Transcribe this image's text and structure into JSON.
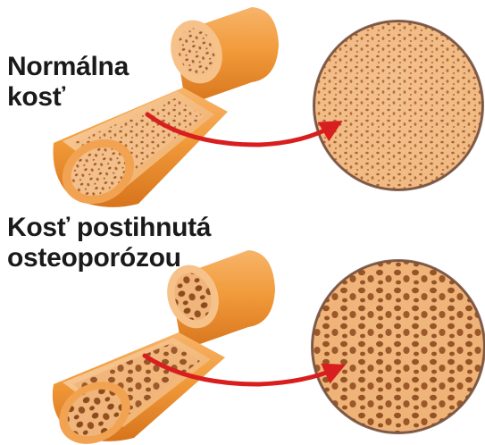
{
  "panels": {
    "normal": {
      "label_line1": "Normálna",
      "label_line2": "kosť"
    },
    "osteoporotic": {
      "label_line1": "Kosť postihnutá",
      "label_line2": "osteoporózou"
    }
  },
  "colors": {
    "bone_outer": "#f0922e",
    "bone_light": "#f6b66a",
    "bone_spongy": "#f4c08a",
    "pore": "#9c5a28",
    "arrow": "#d81e1e",
    "text": "#1a1a1a"
  }
}
